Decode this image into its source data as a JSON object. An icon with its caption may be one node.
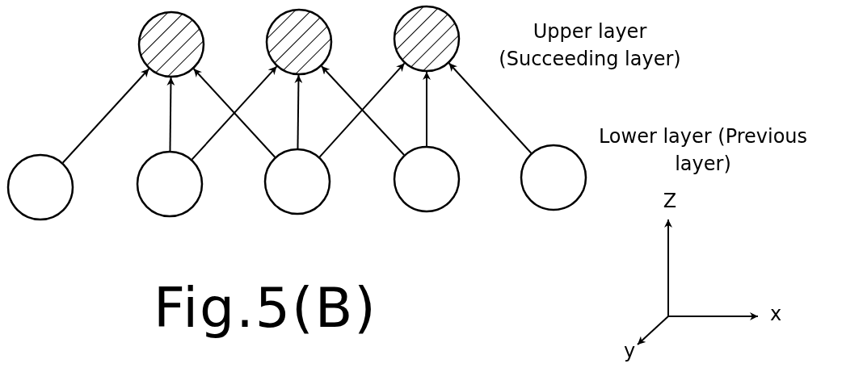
{
  "diagram": {
    "caption": "Fig.5(B)",
    "nodes": [
      {
        "text": [],
        "shape": "circle"
      },
      {
        "text": [],
        "shape": "circle"
      },
      {
        "text": [],
        "shape": "circle"
      },
      {
        "text": [],
        "shape": "circle"
      },
      {
        "text": [],
        "shape": "circle"
      },
      {
        "text": [],
        "shape": "circle"
      },
      {
        "text": [],
        "shape": "circle"
      },
      {
        "text": [],
        "shape": "circle"
      }
    ],
    "edges": [
      {
        "from": 3,
        "to": 0,
        "arrow": "to"
      },
      {
        "from": 4,
        "to": 0,
        "arrow": "to"
      },
      {
        "from": 4,
        "to": 1,
        "arrow": "to"
      },
      {
        "from": 5,
        "to": 0,
        "arrow": "to"
      },
      {
        "from": 5,
        "to": 1,
        "arrow": "to"
      },
      {
        "from": 5,
        "to": 2,
        "arrow": "to"
      },
      {
        "from": 6,
        "to": 1,
        "arrow": "to"
      },
      {
        "from": 6,
        "to": 2,
        "arrow": "to"
      },
      {
        "from": 7,
        "to": 2,
        "arrow": "to"
      }
    ],
    "labels": [
      "Upper layer (Succeeding layer)",
      "Lower layer (Previous layer)",
      "Z",
      "x",
      "y"
    ]
  }
}
